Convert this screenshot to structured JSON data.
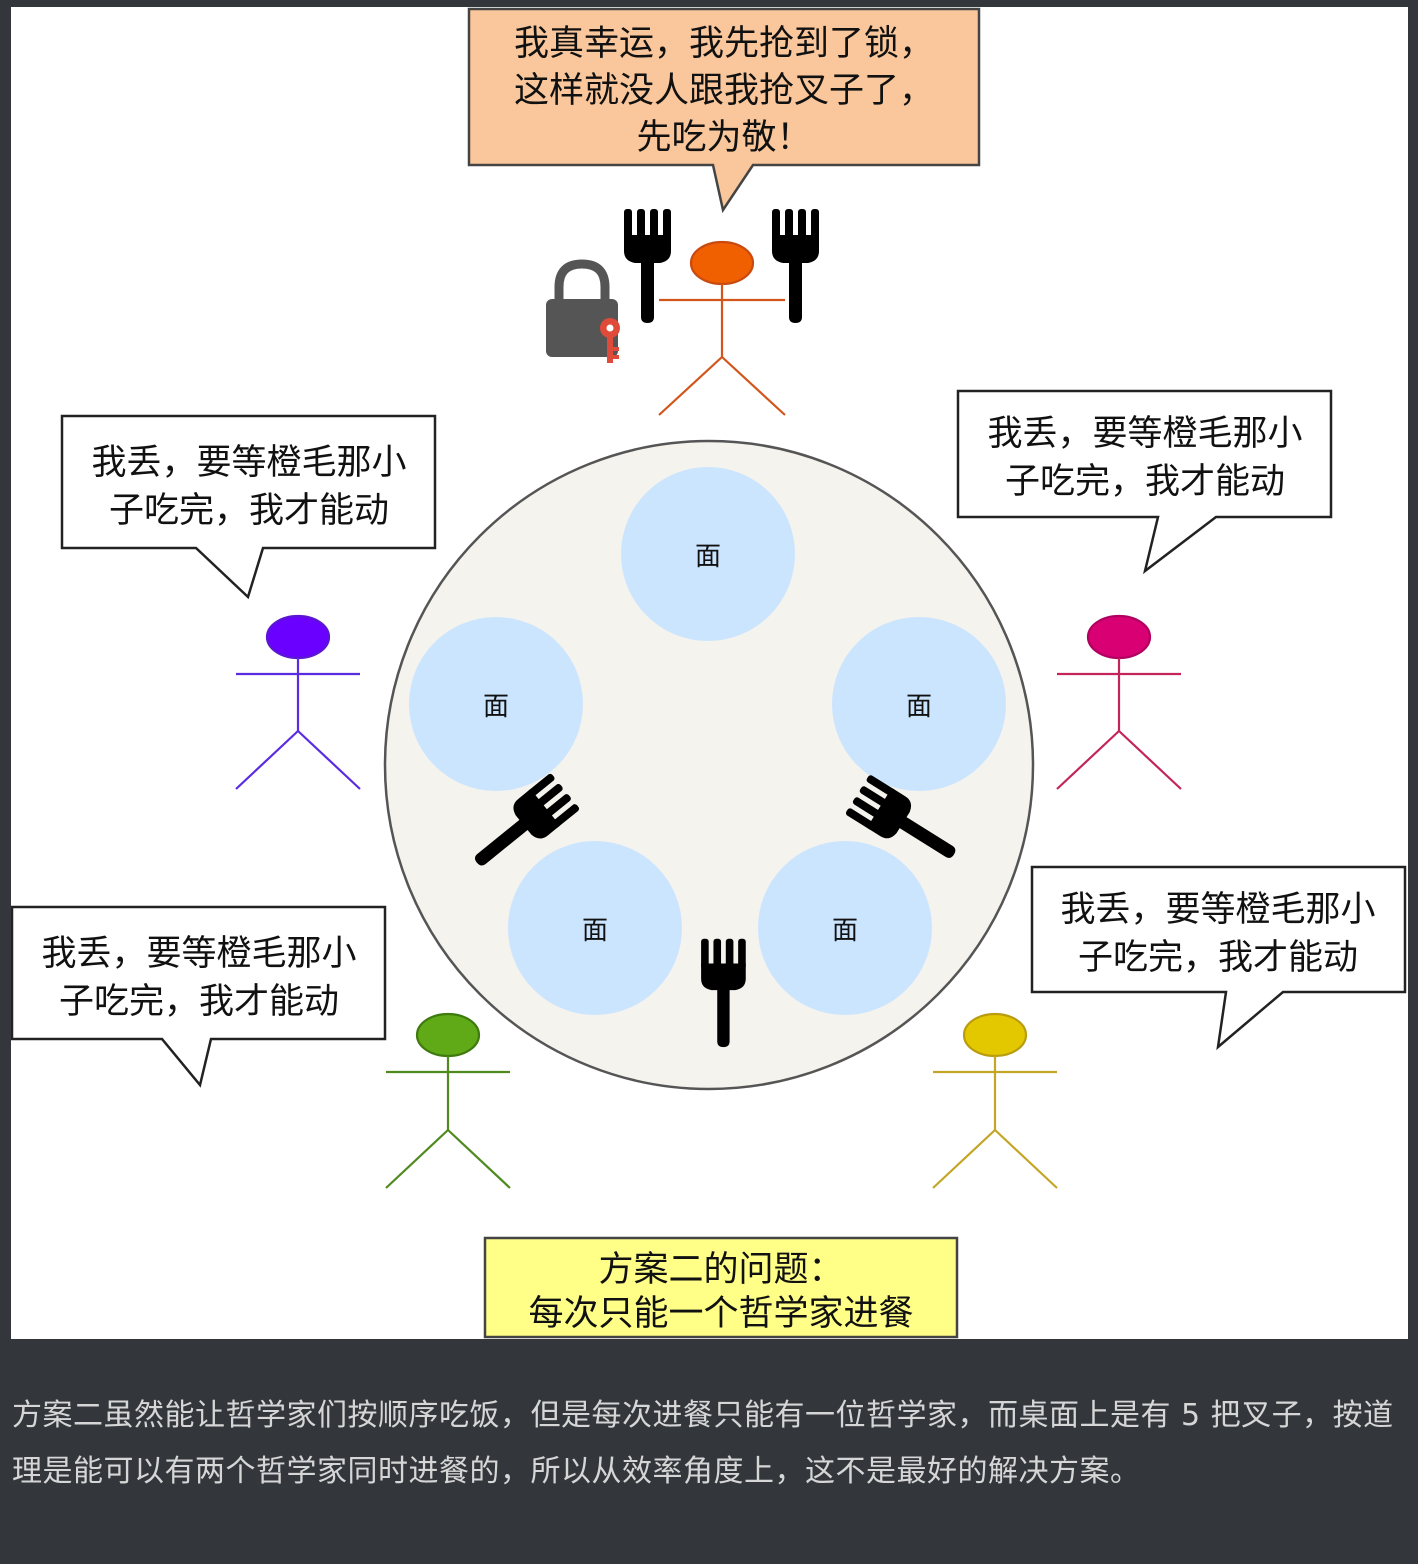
{
  "diagram": {
    "top_bubble": {
      "lines": [
        "我真幸运，我先抢到了锁，",
        "这样就没人跟我抢叉子了，",
        "先吃为敬！"
      ],
      "color": "#f9c79b"
    },
    "waiting_bubble": {
      "lines": [
        "我丢，要等橙毛那小",
        "子吃完，我才能动"
      ]
    },
    "plate_label": "面",
    "conclusion_box": {
      "lines": [
        "方案二的问题：",
        "每次只能一个哲学家进餐"
      ],
      "color": "#ffff88"
    },
    "philosopher_colors": {
      "top": "#f06000",
      "left": "#6a00ff",
      "right": "#d80073",
      "bottom_left": "#60a917",
      "bottom_right": "#e3c800"
    },
    "icons": [
      "fork-icon",
      "lock-icon",
      "key-icon"
    ]
  },
  "caption": "方案二虽然能让哲学家们按顺序吃饭，但是每次进餐只能有一位哲学家，而桌面上是有 5 把叉子，按道理是能可以有两个哲学家同时进餐的，所以从效率角度上，这不是最好的解决方案。"
}
